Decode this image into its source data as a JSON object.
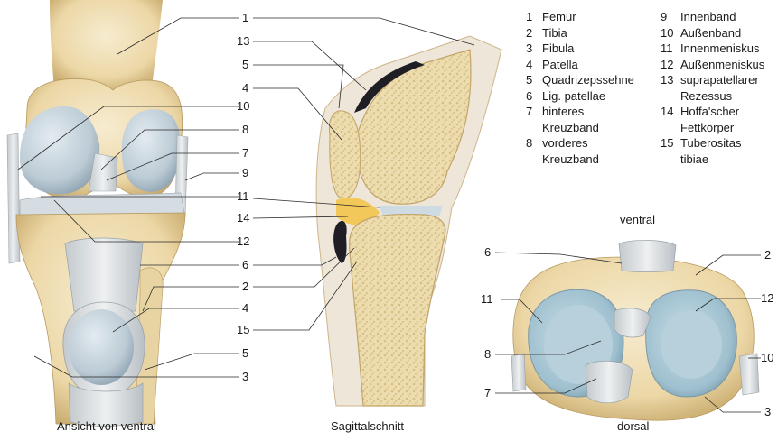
{
  "colors": {
    "bone": "#f1e2bd",
    "bone_shadow": "#d8bf86",
    "cancellous": "#ead7a4",
    "cartilage": "#c9d6df",
    "cartilage_dark": "#93a9b8",
    "ligament": "#dfe3e6",
    "fat": "#f2c85a",
    "skin": "#cfb58d",
    "cavity": "#1e1e24",
    "line": "#2a2a2a"
  },
  "captions": {
    "ventral_view": "Ansicht von ventral",
    "sagittal": "Sagittalschnitt",
    "dorsal": "dorsal",
    "ventral": "ventral"
  },
  "legend": [
    {
      "n": "1",
      "lines": [
        "Femur"
      ]
    },
    {
      "n": "2",
      "lines": [
        "Tibia"
      ]
    },
    {
      "n": "3",
      "lines": [
        "Fibula"
      ]
    },
    {
      "n": "4",
      "lines": [
        "Patella"
      ]
    },
    {
      "n": "5",
      "lines": [
        "Quadrizepssehne"
      ]
    },
    {
      "n": "6",
      "lines": [
        "Lig. patellae"
      ]
    },
    {
      "n": "7",
      "lines": [
        "hinteres",
        "Kreuzband"
      ]
    },
    {
      "n": "8",
      "lines": [
        "vorderes",
        "Kreuzband"
      ]
    },
    {
      "n": "9",
      "lines": [
        "Innenband"
      ]
    },
    {
      "n": "10",
      "lines": [
        "Außenband"
      ]
    },
    {
      "n": "11",
      "lines": [
        "Innenmeniskus"
      ]
    },
    {
      "n": "12",
      "lines": [
        "Außenmeniskus"
      ]
    },
    {
      "n": "13",
      "lines": [
        "suprapatellarer",
        "Rezessus"
      ]
    },
    {
      "n": "14",
      "lines": [
        "Hoffa'scher",
        "Fettkörper"
      ]
    },
    {
      "n": "15",
      "lines": [
        "Tuberositas",
        "tibiae"
      ]
    }
  ],
  "center_numbers": [
    "1",
    "13",
    "5",
    "4",
    "10",
    "8",
    "7",
    "9",
    "11",
    "14",
    "12",
    "6",
    "2",
    "4",
    "5",
    "15",
    "3"
  ],
  "top_view_numbers": [
    "6",
    "2",
    "11",
    "12",
    "10",
    "8",
    "7",
    "3"
  ]
}
